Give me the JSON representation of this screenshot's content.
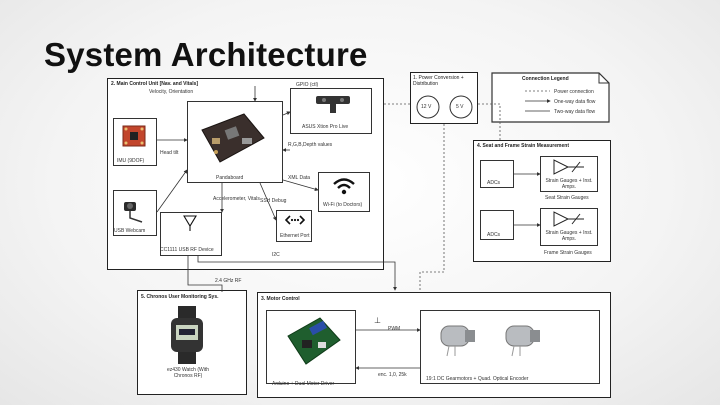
{
  "slide": {
    "title": "System Architecture"
  },
  "main_control": {
    "header": "2. Main Control Unit [Nav. and Vitals]",
    "velocity_label": "Velocity, Orientation",
    "imu_label": "IMU (9DOF)",
    "head_tilt_label": "Head tilt",
    "pandaboard_label": "Pandaboard",
    "webcam_label": "USB Webcam",
    "gpio_label": "GPIO (ctl)",
    "xtion_label": "ASUS Xtion Pro Live",
    "rgbd_label": "R,G,B,Depth values",
    "xml_label": "XML Data",
    "wifi_label": "Wi-Fi (to Doctors)",
    "ssh_label": "SSH Debug",
    "accel_label": "Accelerometer, Vitals",
    "ethernet_label": "Ethernet Port",
    "rf_label": "CC1111 USB RF Device"
  },
  "power": {
    "header": "1. Power Conversion + Distribution",
    "v12": "12 V",
    "v5": "5 V"
  },
  "legend": {
    "title": "Connection Legend",
    "items": [
      "Power connection",
      "One-way data flow",
      "Two-way data flow"
    ]
  },
  "strain": {
    "header": "4. Seat and Frame Strain Measurement",
    "adc1": "ADCs",
    "gauge1": "Strain Gauges + Inst. Amps.",
    "seat_caption": "Seat Strain Gauges",
    "adc2": "ADCs",
    "gauge2": "Strain Gauges + Inst. Amps.",
    "frame_caption": "Frame Strain Gauges"
  },
  "wires": {
    "i2c": "I2C",
    "rf": "2.4 GHz RF",
    "pwm": "PWM",
    "enc": "enc. 1,0, 25k"
  },
  "monitoring": {
    "header": "5. Chronos User Monitoring Sys.",
    "watch_label": "ez430 Watch (With Chronos RF)"
  },
  "motor": {
    "header": "3. Motor Control",
    "driver_label": "Arduino + Dual Motor Driver",
    "motors_label": "19:1 DC Gearmotors + Quad. Optical Encoder",
    "arrow_glyph": "⊥"
  }
}
